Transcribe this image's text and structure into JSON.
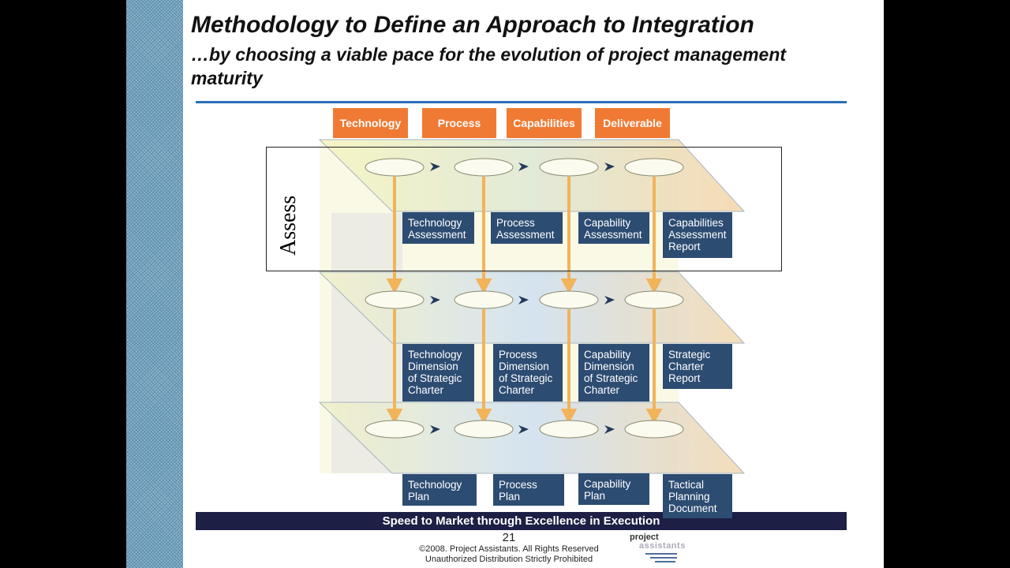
{
  "title": "Methodology to Define an Approach to Integration",
  "subtitle": "…by choosing a viable pace for the evolution of project management maturity",
  "columns": [
    "Technology",
    "Process",
    "Capabilities",
    "Deliverable"
  ],
  "assess_label": "Assess",
  "rows": [
    [
      "Technology Assessment",
      "Process Assessment",
      "Capability Assessment",
      "Capabilities Assessment Report"
    ],
    [
      "Technology Dimension of Strategic Charter",
      "Process Dimension of Strategic Charter",
      "Capability Dimension of Strategic Charter",
      "Strategic Charter Report"
    ],
    [
      "Technology Plan",
      "Process Plan",
      "Capability Plan",
      "Tactical Planning Document"
    ]
  ],
  "banner": "Speed to Market through Excellence in Execution",
  "footer": {
    "page": "21",
    "copyright": "©2008. Project Assistants.  All Rights Reserved",
    "notice": "Unauthorized Distribution Strictly Prohibited",
    "logo_text": "project assistants"
  },
  "colors": {
    "orange": "#f07a33",
    "navy": "#2d4c72",
    "banner": "#1d1f45",
    "rule": "#2a6fb8"
  }
}
